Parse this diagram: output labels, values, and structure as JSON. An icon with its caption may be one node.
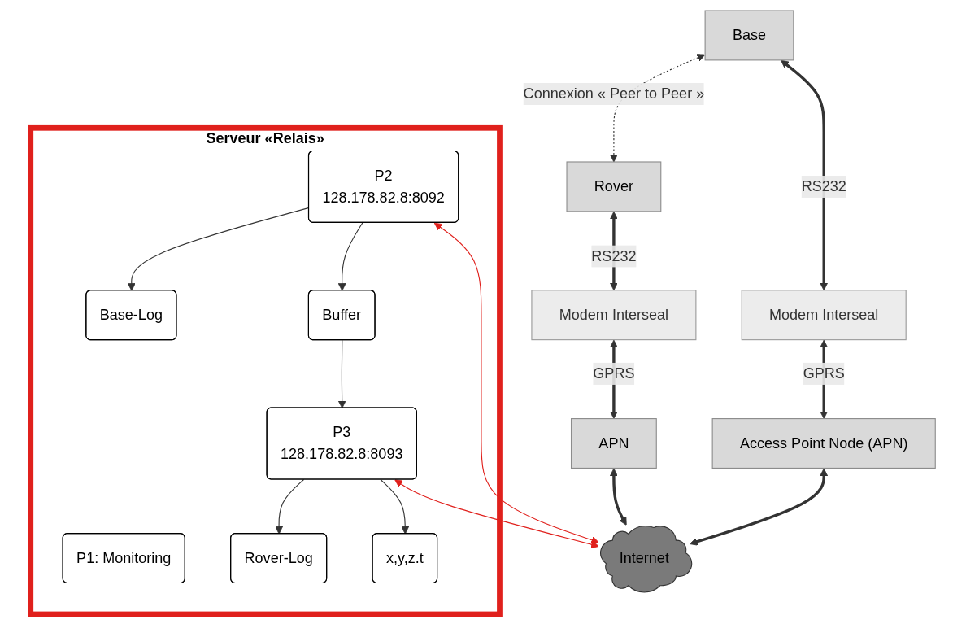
{
  "diagram": {
    "nodes": [
      {
        "text": [
          "Base"
        ]
      },
      {
        "text": [
          "Modem Interseal"
        ]
      },
      {
        "text": [
          "Access Point Node (APN)"
        ]
      },
      {
        "text": [
          "Serveur «Relais»"
        ]
      },
      {
        "text": [
          "P1: Monitoring"
        ],
        "in": 3
      },
      {
        "text": [
          "Base-Log"
        ],
        "in": 3
      },
      {
        "text": [
          "Rover-Log"
        ],
        "in": 3
      },
      {
        "text": [
          "Buffer"
        ],
        "in": 3
      },
      {
        "text": [
          "P2",
          "128.178.82.8:8092"
        ],
        "in": 3
      },
      {
        "text": [
          "P3",
          "128.178.82.8:8093"
        ],
        "in": 3
      },
      {
        "text": [
          "x,y,z.t"
        ],
        "in": 3
      },
      {
        "text": [
          "Internet"
        ]
      },
      {
        "text": [
          "Rover"
        ]
      },
      {
        "text": [
          "Modem Interseal"
        ]
      },
      {
        "text": [
          "APN"
        ]
      }
    ],
    "edges": [
      {
        "from": 0,
        "to": 12,
        "arrow": "both",
        "style": "dashed",
        "label": "Connexion « Peer to Peer »"
      },
      {
        "from": 0,
        "to": 1,
        "arrow": "both",
        "style": "thick",
        "label": "RS232"
      },
      {
        "from": 1,
        "to": 2,
        "arrow": "both",
        "style": "thick",
        "label": "GPRS"
      },
      {
        "from": 12,
        "to": 13,
        "arrow": "both",
        "style": "thick",
        "label": "RS232"
      },
      {
        "from": 13,
        "to": 14,
        "arrow": "both",
        "style": "thick",
        "label": "GPRS"
      },
      {
        "from": 8,
        "to": 5,
        "arrow": "to"
      },
      {
        "from": 8,
        "to": 7,
        "arrow": "to"
      },
      {
        "from": 7,
        "to": 9,
        "arrow": "to"
      },
      {
        "from": 9,
        "to": 6,
        "arrow": "to"
      },
      {
        "from": 9,
        "to": 10,
        "arrow": "to"
      },
      {
        "from": 8,
        "to": 11,
        "arrow": "both",
        "color": "#e0201c"
      },
      {
        "from": 9,
        "to": 11,
        "arrow": "both",
        "color": "#e0201c"
      },
      {
        "from": 2,
        "to": 11,
        "arrow": "both",
        "style": "thick"
      },
      {
        "from": 14,
        "to": 11,
        "arrow": "both",
        "style": "thick"
      }
    ]
  }
}
